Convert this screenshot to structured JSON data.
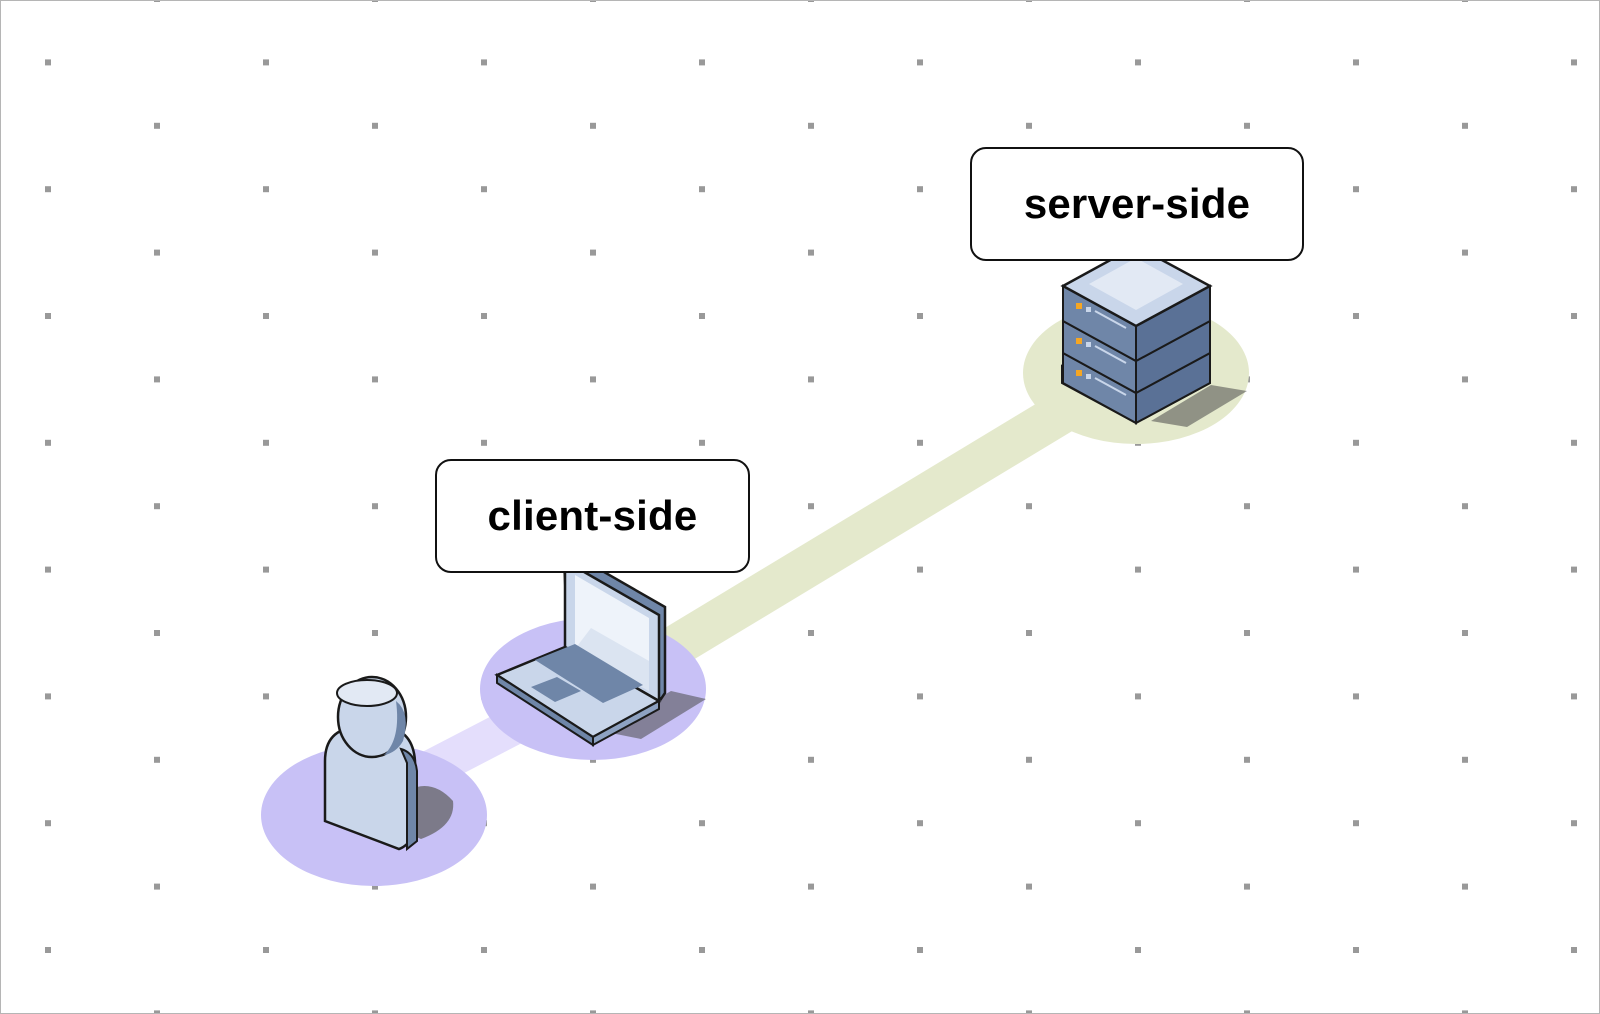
{
  "diagram": {
    "nodes": [
      {
        "id": "user",
        "icon": "person-icon",
        "label": ""
      },
      {
        "id": "client",
        "icon": "laptop-icon",
        "label": "client-side"
      },
      {
        "id": "server",
        "icon": "server-stack-icon",
        "label": "server-side"
      }
    ],
    "edges": [
      {
        "from": "user",
        "to": "client",
        "color": "#e4defc"
      },
      {
        "from": "client",
        "to": "server",
        "color": "#e4e9cc"
      }
    ],
    "labels": {
      "client": "client-side",
      "server": "server-side"
    },
    "colors": {
      "client_halo": "#c8c1f6",
      "server_halo": "#e4e9cc",
      "device_face": "#d1dbed",
      "device_side": "#6f86a8",
      "background_dots": "#999999"
    }
  }
}
